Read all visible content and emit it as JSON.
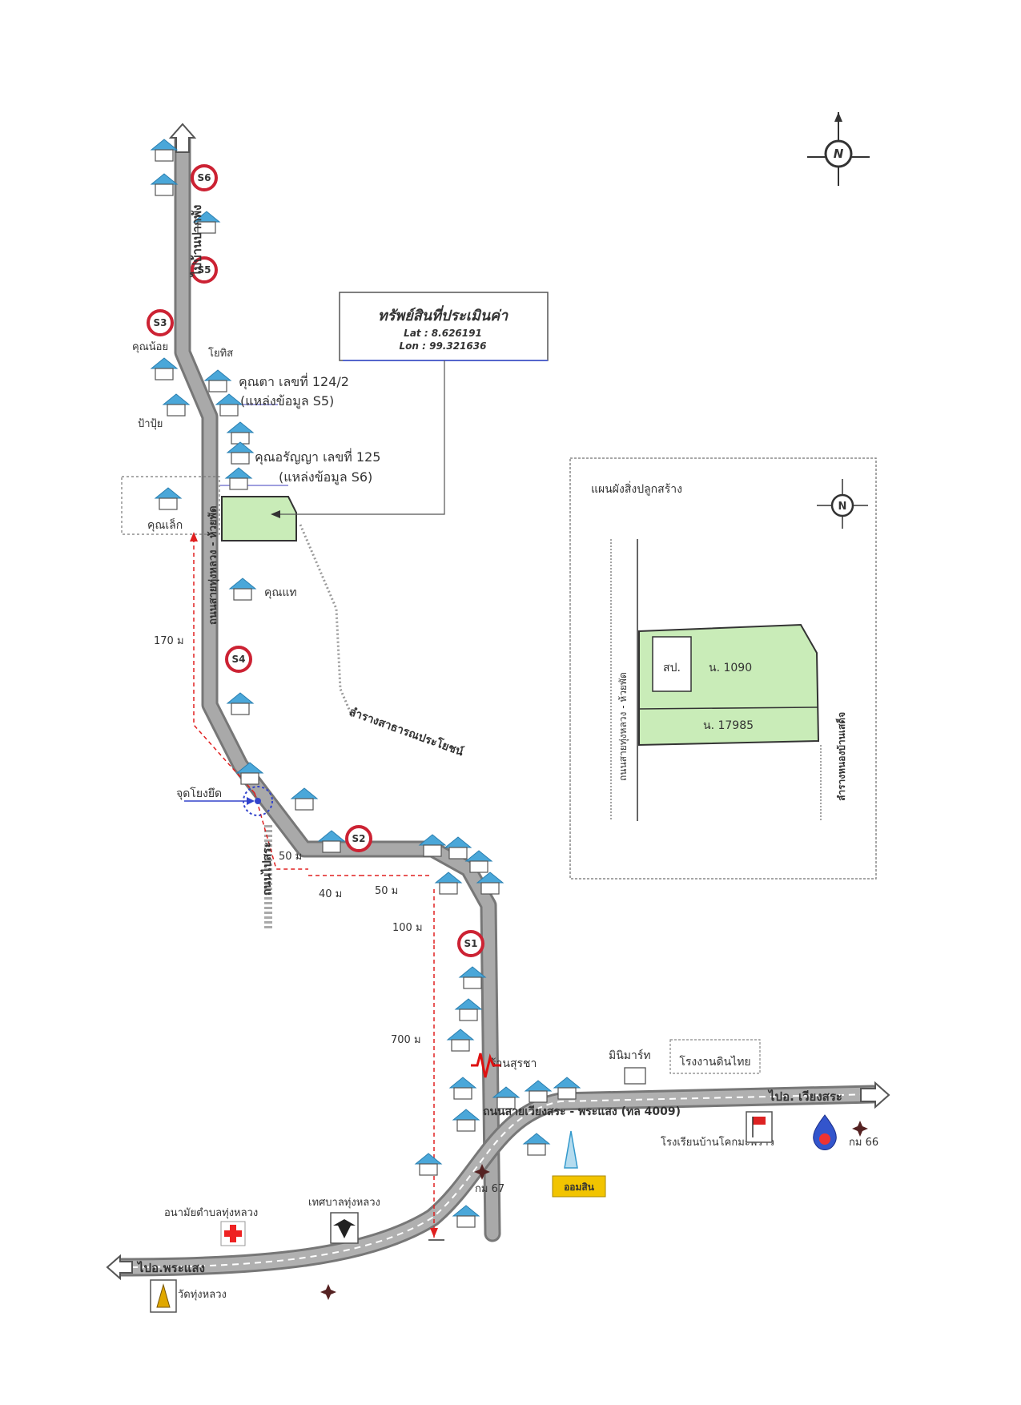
{
  "colors": {
    "road": "#9a9a9a",
    "road_edge": "#777777",
    "house": "#4aa7d9",
    "plot": "#c9ecb8",
    "marker": "#cc2233",
    "dash_red": "#e02020",
    "dash_blue": "#5560c8",
    "dash_gray": "#999999"
  },
  "property_box": {
    "title": "ทรัพย์สินที่ประเมินค่า",
    "lat": "Lat : 8.626191",
    "lon": "Lon : 99.321636"
  },
  "markers": [
    "S6",
    "S5",
    "S3",
    "S4",
    "S2",
    "S1"
  ],
  "labels": {
    "road_north": "ไปบ้านปากพัง",
    "road_main": "ถนนสายทุ่งหลวง - ห้วยพัด",
    "road_hwy": "ถนนสายเวียงสระ - พระแสง (ทล 4009)",
    "to_wiangsa": "ไปอ. เวียงสระ",
    "to_phrasaeng": "ไปอ.พระแสง",
    "khun_noi": "คุณน้อย",
    "yothin": "โยทิส",
    "pa_pui": "ป้าปุ้ย",
    "khun_ta": "คุณตา เลขที่ 124/2",
    "source_s5": "(แหล่งข้อมูล S5)",
    "khun_aranya": "คุณอรัญญา เลขที่ 125",
    "source_s6": "(แหล่งข้อมูล S6)",
    "khun_lek": "คุณเล็ก",
    "khun_tae": "คุณแท",
    "canal": "ลำรางสาธารณประโยชน์",
    "reference_point": "จุดโยงยึด",
    "pond_road": "ถนนไปสระ",
    "shop": "ร้านสุรชา",
    "minimart": "มินิมาร์ท",
    "factory": "โรงงานดินไทย",
    "school": "โรงเรียนบ้านโคกมะพร้าว",
    "km66": "กม 66",
    "km67": "กม 67",
    "health_center": "อนามัยตำบลทุ่งหลวง",
    "municipality": "เทศบาลทุ่งหลวง",
    "temple": "วัดทุ่งหลวง",
    "gsb": "ออมสิน"
  },
  "distances": {
    "d170": "170 ม",
    "d50a": "50 ม",
    "d40": "40 ม",
    "d50b": "50 ม",
    "d100": "100 ม",
    "d700": "700 ม"
  },
  "inset": {
    "title": "แผนผังสิ่งปลูกสร้าง",
    "road_left": "ถนนสายทุ่งหลวง - ห้วยพัด",
    "road_right": "ลำรางหนองบ้านเสด็จ",
    "building": "สป.",
    "deed1": "น. 1090",
    "deed2": "น. 17985"
  },
  "compass": {
    "north": "N"
  }
}
